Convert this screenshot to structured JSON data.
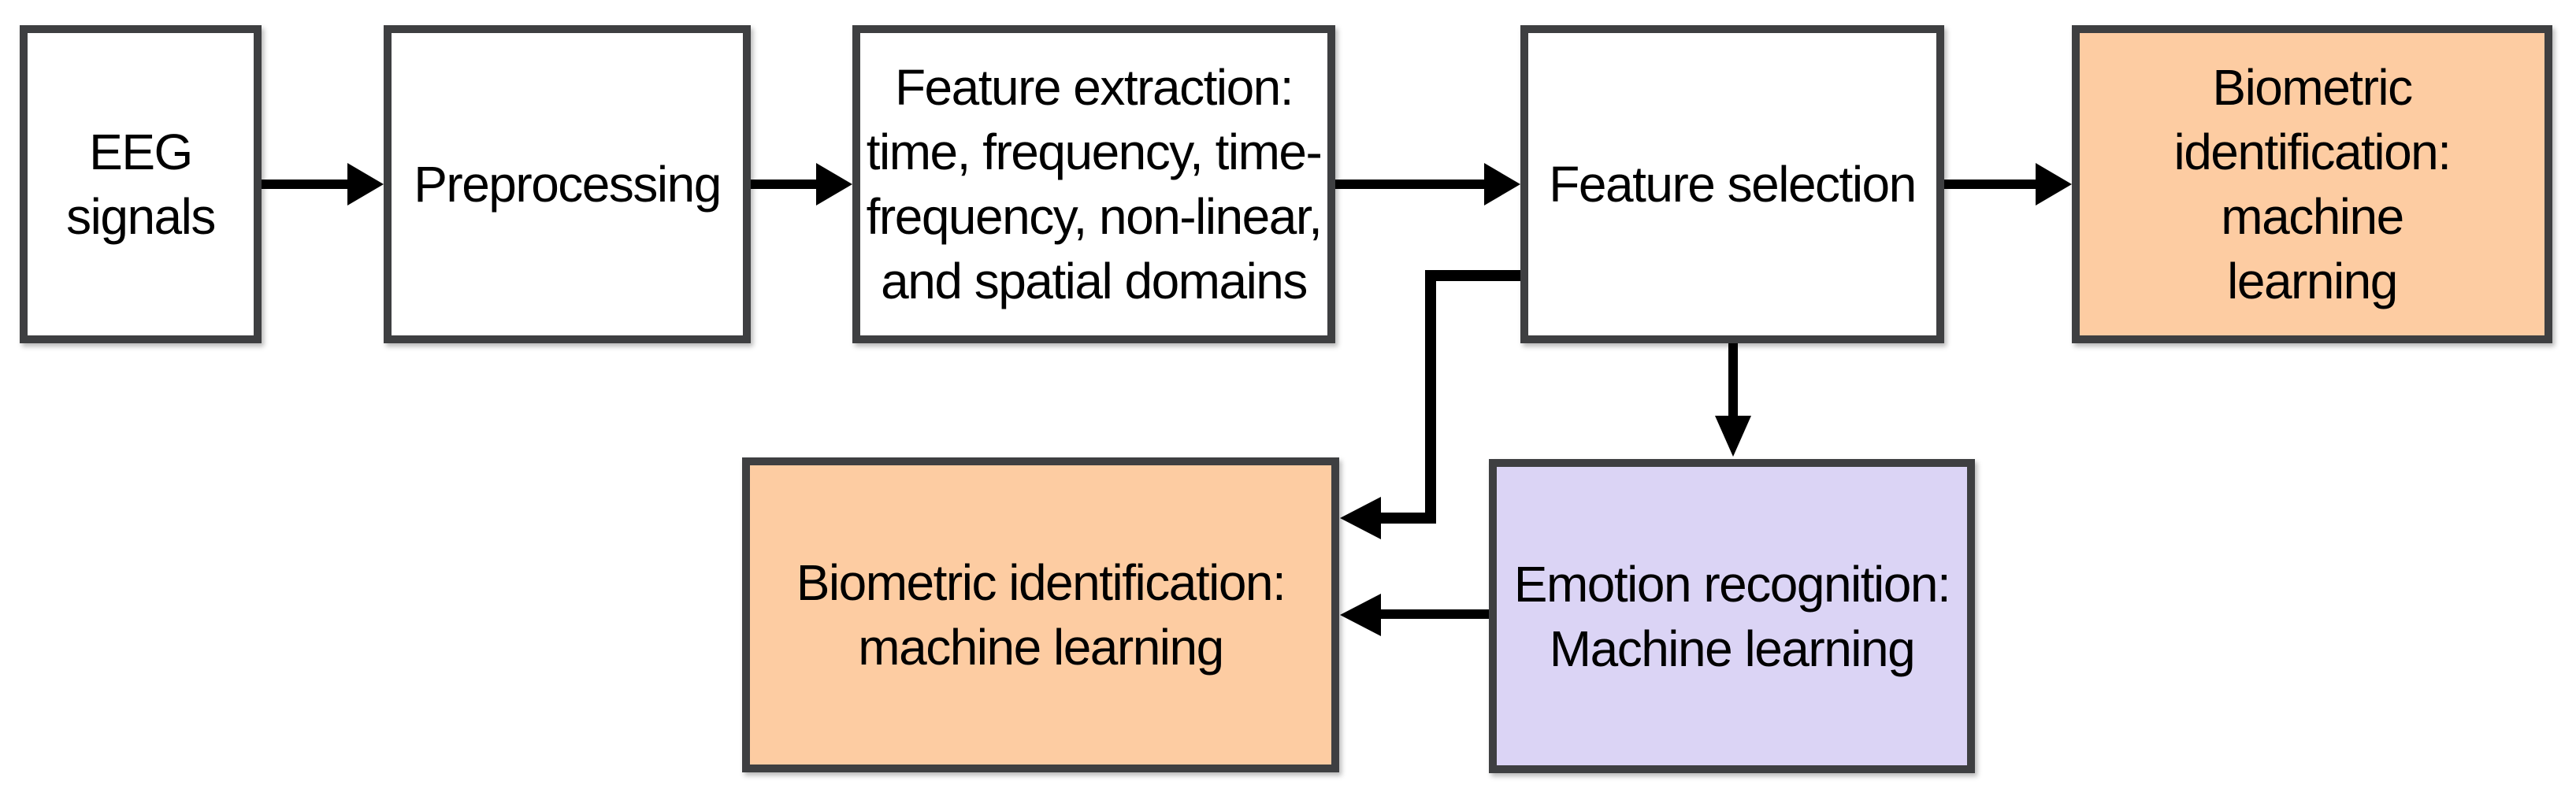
{
  "theme": {
    "background": "#ffffff",
    "box_border_color": "#3e3f41",
    "arrow_color": "#000000",
    "text_color": "#000000",
    "fill_white": "#ffffff",
    "fill_orange": "#fdcca2",
    "fill_purple": "#dbd4f5"
  },
  "nodes": [
    {
      "id": "eeg-signals",
      "label": "EEG\nsignals",
      "fill": "#ffffff"
    },
    {
      "id": "preprocessing",
      "label": "Preprocessing",
      "fill": "#ffffff"
    },
    {
      "id": "feature-extraction",
      "label": "Feature extraction:\ntime, frequency, time-\nfrequency, non-linear,\nand spatial domains",
      "fill": "#ffffff"
    },
    {
      "id": "feature-selection",
      "label": "Feature selection",
      "fill": "#ffffff"
    },
    {
      "id": "biometric-identification-top",
      "label": "Biometric\nidentification: machine\nlearning",
      "fill": "#fdcca2"
    },
    {
      "id": "biometric-identification-bottom",
      "label": "Biometric identification:\nmachine learning",
      "fill": "#fdcca2"
    },
    {
      "id": "emotion-recognition",
      "label": "Emotion recognition:\nMachine learning",
      "fill": "#dbd4f5"
    }
  ],
  "edges": [
    {
      "from": "eeg-signals",
      "to": "preprocessing"
    },
    {
      "from": "preprocessing",
      "to": "feature-extraction"
    },
    {
      "from": "feature-extraction",
      "to": "feature-selection"
    },
    {
      "from": "feature-selection",
      "to": "biometric-identification-top"
    },
    {
      "from": "feature-selection",
      "to": "emotion-recognition"
    },
    {
      "from": "feature-selection",
      "to": "biometric-identification-bottom"
    },
    {
      "from": "emotion-recognition",
      "to": "biometric-identification-bottom"
    }
  ]
}
